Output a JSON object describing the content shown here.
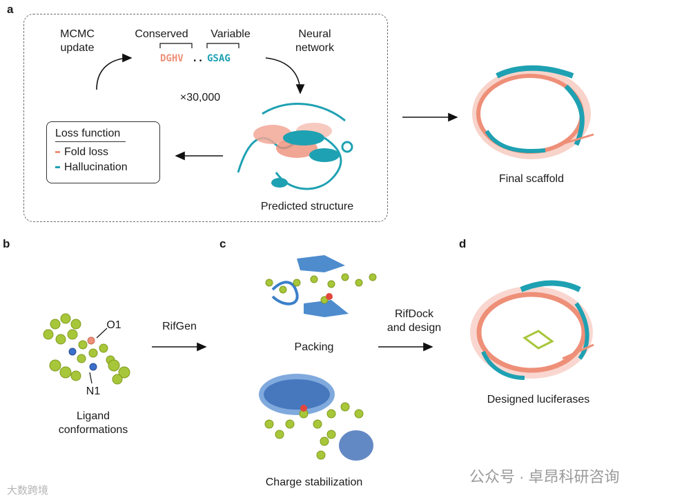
{
  "panels": {
    "a": "a",
    "b": "b",
    "c": "c",
    "d": "d"
  },
  "loop": {
    "mcmc": "MCMC\nupdate",
    "conserved_label": "Conserved",
    "variable_label": "Variable",
    "conserved_seq": "DGHV",
    "dots": "..",
    "variable_seq": "GSAG",
    "neural": "Neural\nnetwork",
    "iterations": "×30,000",
    "predicted": "Predicted structure",
    "loss_title": "Loss function",
    "loss_items": [
      "Fold loss",
      "Hallucination"
    ]
  },
  "final_scaffold": "Final scaffold",
  "ligand": {
    "o1": "O1",
    "n1": "N1",
    "caption": "Ligand\nconformations"
  },
  "rifgen": "RifGen",
  "packing": "Packing",
  "charge": "Charge stabilization",
  "rifdock": "RifDock\nand design",
  "designed": "Designed luciferases",
  "watermarks": [
    "公众号 · 卓昂科研咨询",
    "大数跨境"
  ],
  "colors": {
    "salmon": "#ee8f78",
    "teal": "#1ea1b2",
    "ligand": "#a8c63a",
    "blue": "#3b7fc9"
  }
}
